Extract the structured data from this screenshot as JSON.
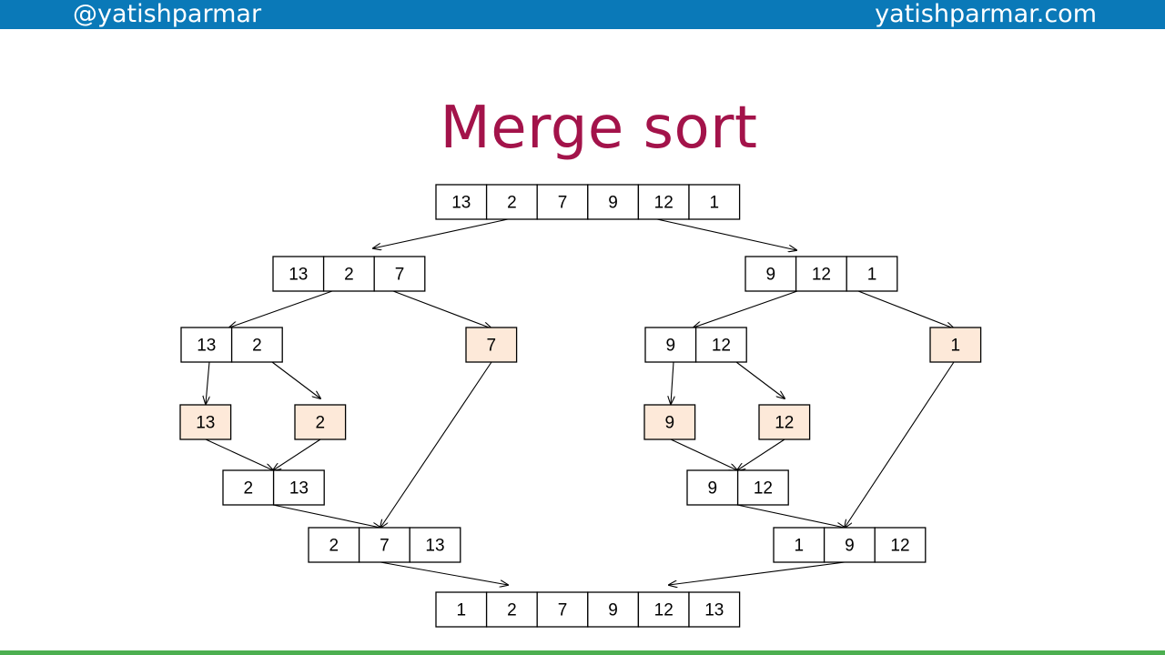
{
  "header": {
    "handle": "@yatishparmar",
    "site": "yatishparmar.com"
  },
  "title": "Merge sort",
  "colors": {
    "header_bar": "#0a79b8",
    "title": "#a3134a",
    "leaf_fill": "#fde9d9",
    "cell_fill": "#ffffff",
    "bottom_line": "#4caf50"
  },
  "diagram": {
    "arrays": [
      {
        "id": "root",
        "values": [
          "13",
          "2",
          "7",
          "9",
          "12",
          "1"
        ],
        "leaf": false
      },
      {
        "id": "l1-left",
        "values": [
          "13",
          "2",
          "7"
        ],
        "leaf": false
      },
      {
        "id": "l1-right",
        "values": [
          "9",
          "12",
          "1"
        ],
        "leaf": false
      },
      {
        "id": "l2-left-pair",
        "values": [
          "13",
          "2"
        ],
        "leaf": false
      },
      {
        "id": "l2-left-single",
        "values": [
          "7"
        ],
        "leaf": true
      },
      {
        "id": "l2-right-pair",
        "values": [
          "9",
          "12"
        ],
        "leaf": false
      },
      {
        "id": "l2-right-single",
        "values": [
          "1"
        ],
        "leaf": true
      },
      {
        "id": "l3-13",
        "values": [
          "13"
        ],
        "leaf": true
      },
      {
        "id": "l3-2",
        "values": [
          "2"
        ],
        "leaf": true
      },
      {
        "id": "l3-9",
        "values": [
          "9"
        ],
        "leaf": true
      },
      {
        "id": "l3-12",
        "values": [
          "12"
        ],
        "leaf": true
      },
      {
        "id": "m1-left",
        "values": [
          "2",
          "13"
        ],
        "leaf": false
      },
      {
        "id": "m1-right",
        "values": [
          "9",
          "12"
        ],
        "leaf": false
      },
      {
        "id": "m2-left",
        "values": [
          "2",
          "7",
          "13"
        ],
        "leaf": false
      },
      {
        "id": "m2-right",
        "values": [
          "1",
          "9",
          "12"
        ],
        "leaf": false
      },
      {
        "id": "result",
        "values": [
          "1",
          "2",
          "7",
          "9",
          "12",
          "13"
        ],
        "leaf": false
      }
    ]
  }
}
